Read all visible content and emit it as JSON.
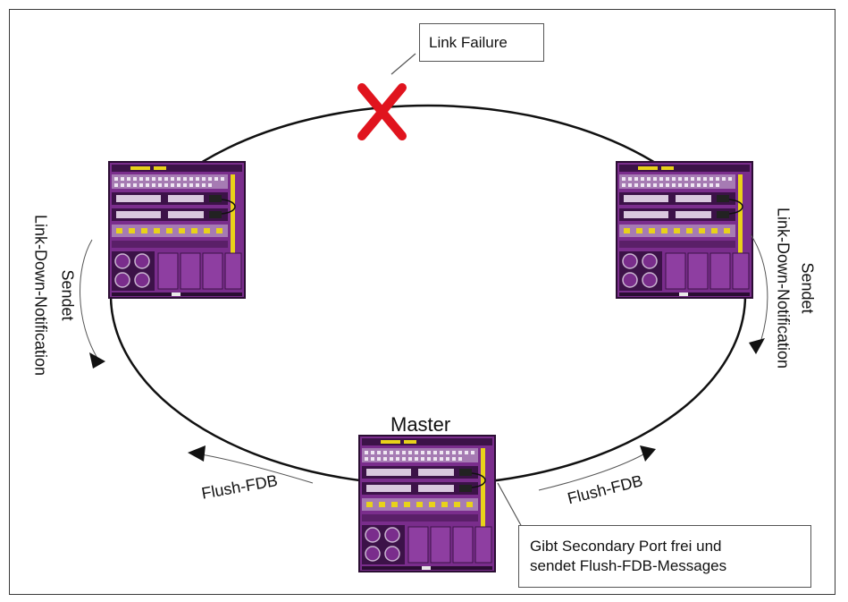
{
  "callouts": {
    "link_failure": "Link Failure",
    "master_action_line1": "Gibt Secondary Port frei und",
    "master_action_line2": "sendet Flush-FDB-Messages"
  },
  "labels": {
    "master": "Master",
    "flush_left": "Flush-FDB",
    "flush_right": "Flush-FDB",
    "left_sendet": "Sendet",
    "left_notification": "Link-Down-Notification",
    "right_sendet": "Sendet",
    "right_notification": "Link-Down-Notification"
  },
  "colors": {
    "device_body": "#7a2d8c",
    "device_dark": "#3c1248",
    "device_accent": "#e8d21a",
    "failure_mark": "#e0141e",
    "ring": "#111111"
  },
  "icons": {
    "failure": "red-x-icon",
    "devices": "network-switch-icon"
  }
}
